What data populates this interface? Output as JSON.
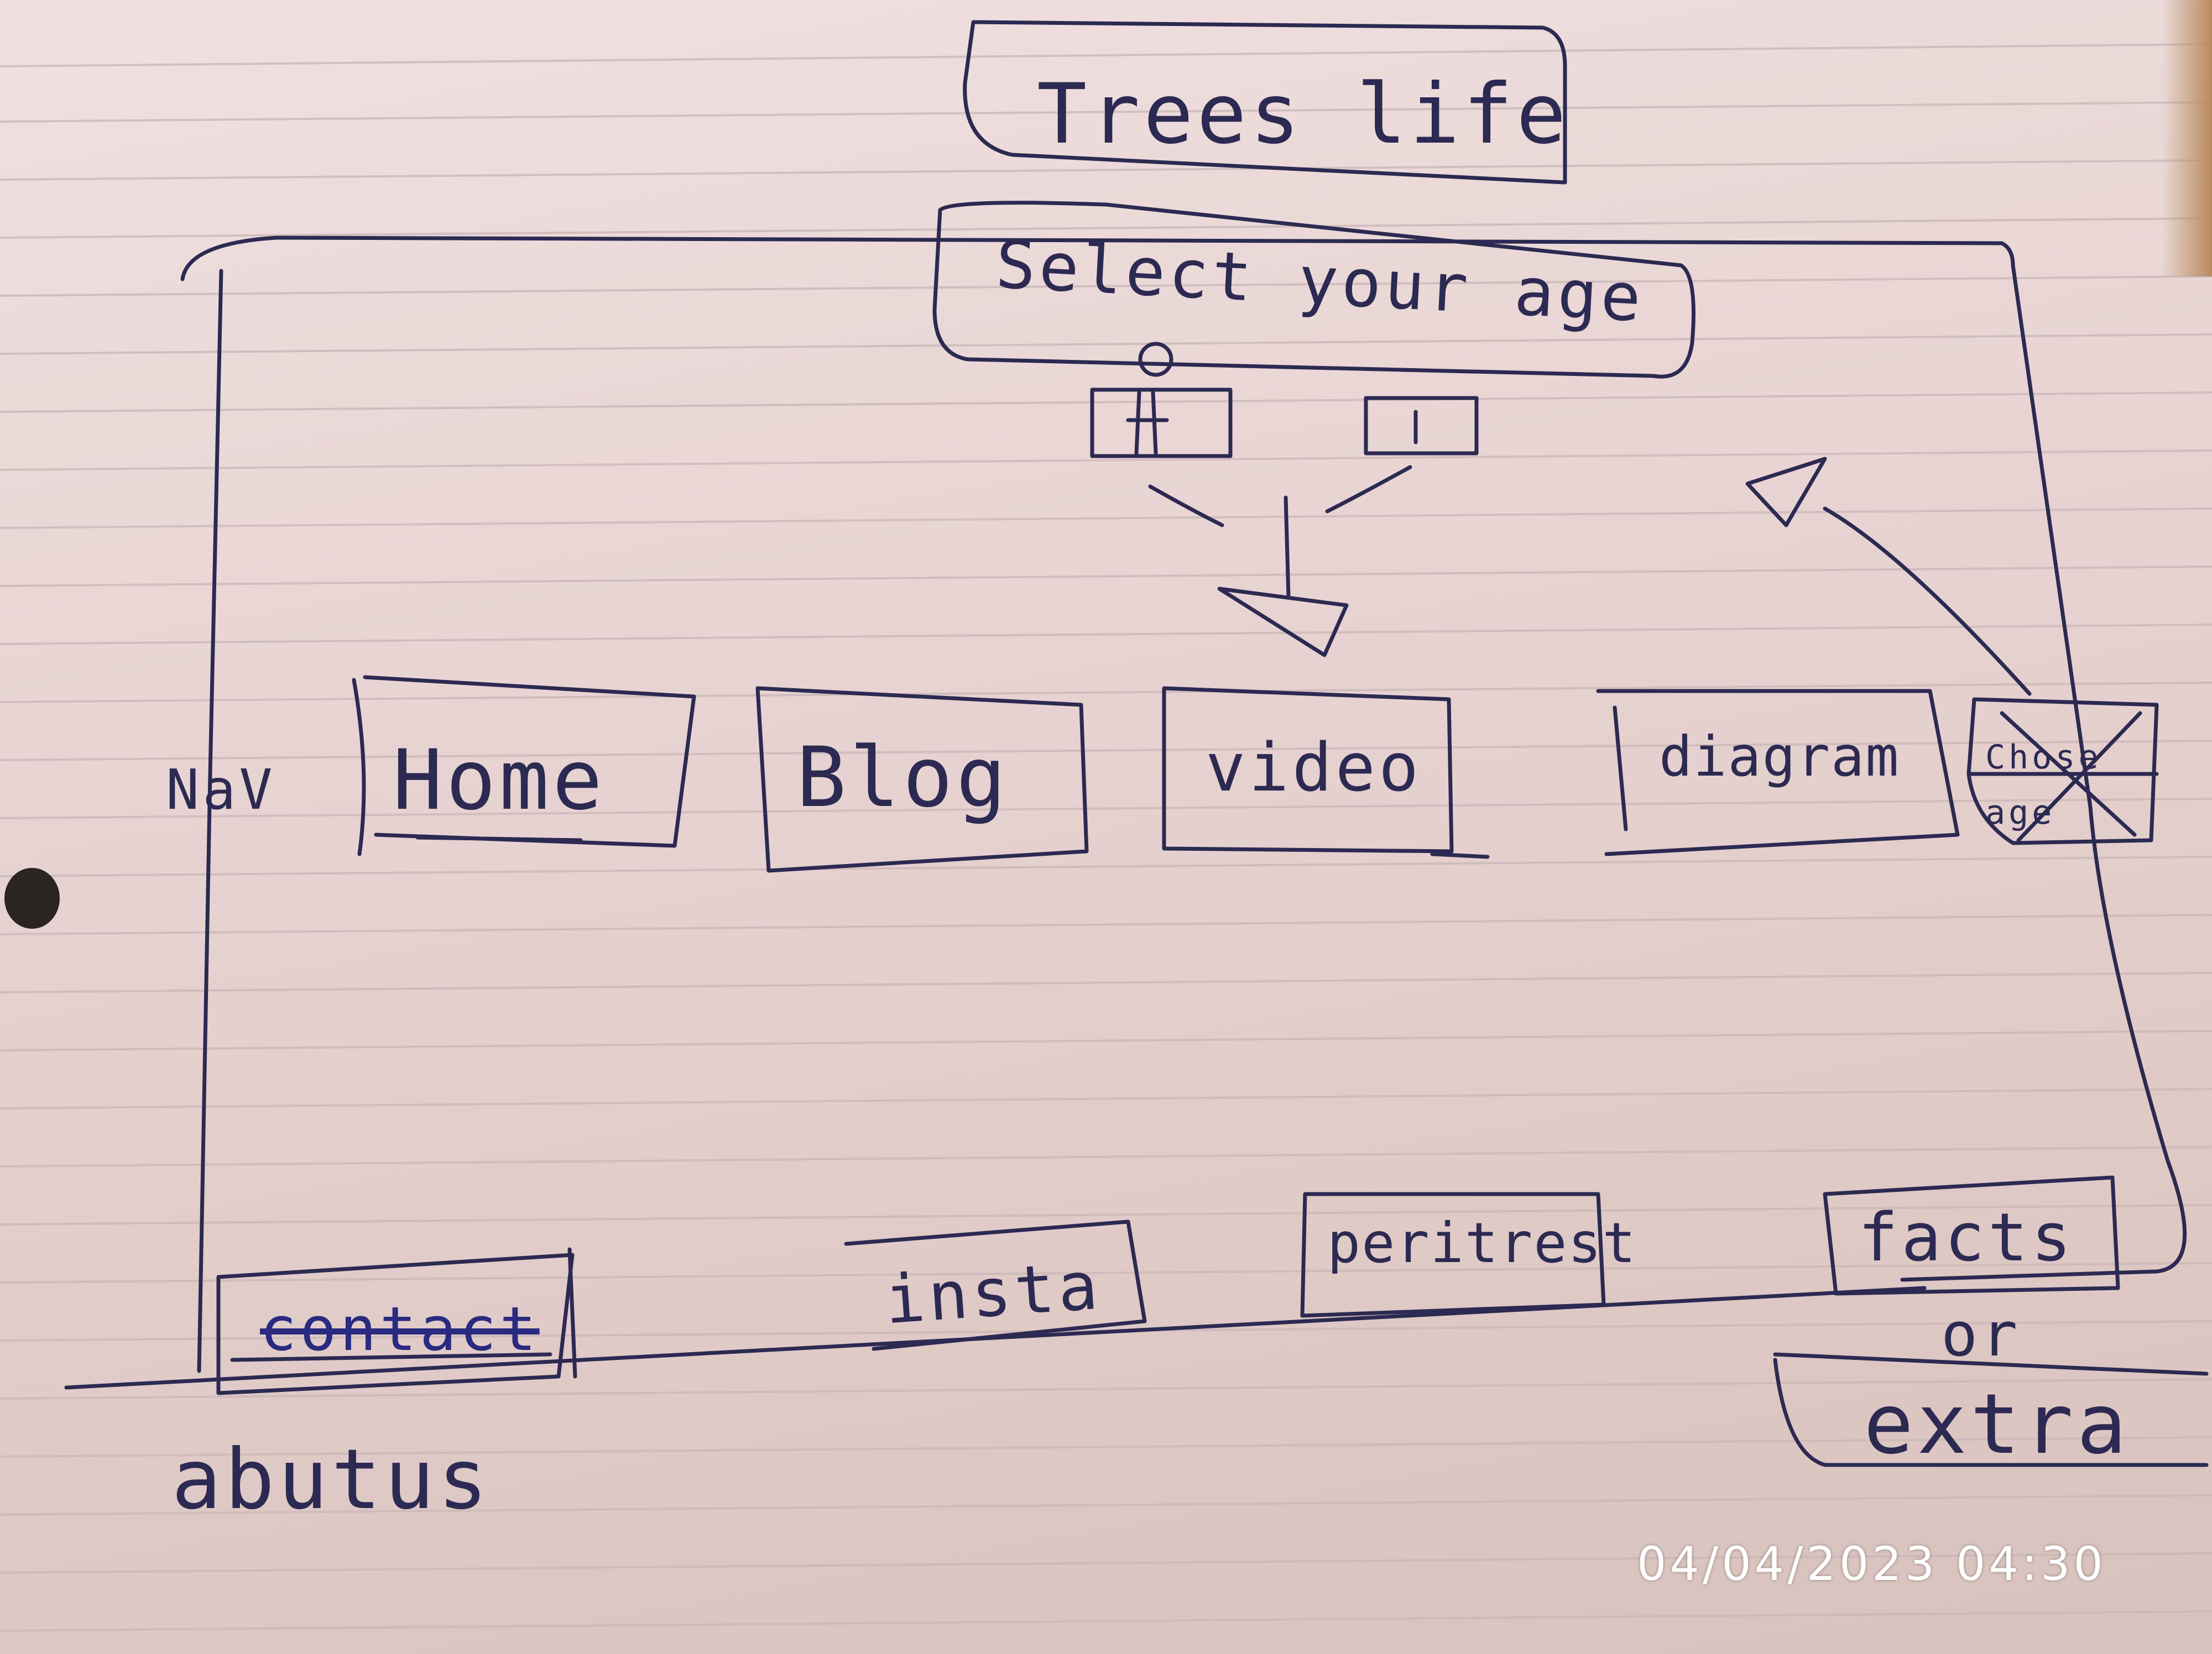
{
  "sketch": {
    "title": "Trees life",
    "age_prompt": "Select your age",
    "nav_label": "NaV",
    "nav_items": [
      "Home",
      "Blog",
      "video",
      "diagram",
      "Chose age"
    ],
    "footer_links": [
      "contact",
      "insta",
      "peritrest",
      "facts"
    ],
    "footer_connector": "or",
    "footer_alt": "extra",
    "footer_caption": "abutus"
  },
  "timestamp": "04/04/2023  04:30",
  "colors": {
    "ink": "#2c2a52",
    "paper": "#ecdcda",
    "rule_line": "#c8b8b8"
  }
}
